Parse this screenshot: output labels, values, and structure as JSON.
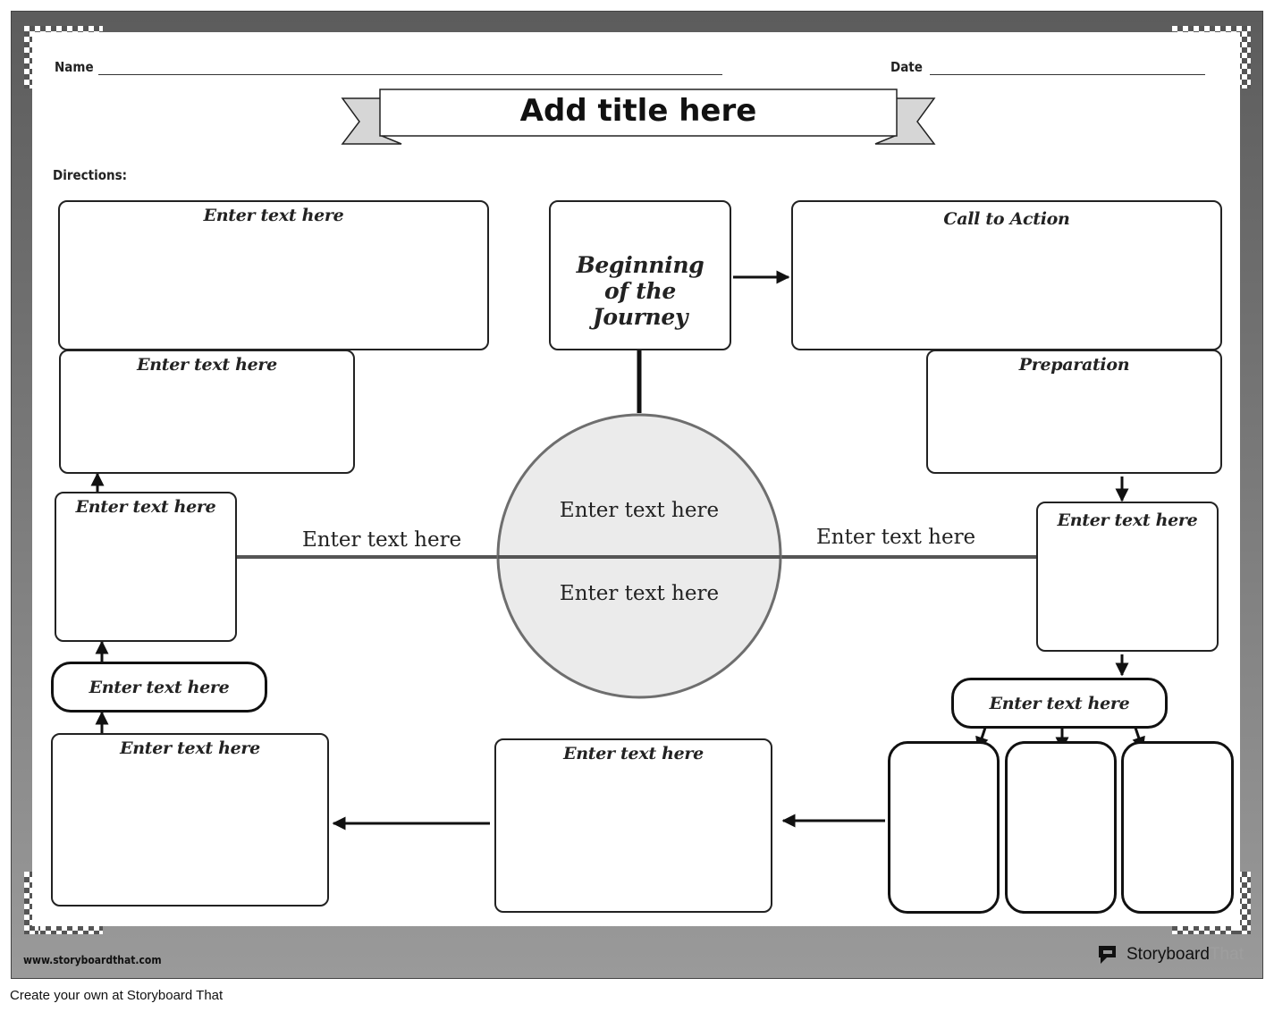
{
  "header": {
    "name_label": "Name",
    "date_label": "Date",
    "title": "Add title here",
    "directions_label": "Directions:"
  },
  "center": {
    "circle_top": "Enter text here",
    "circle_bottom": "Enter text here",
    "left_line_text": "Enter text here",
    "right_line_text": "Enter text here"
  },
  "boxes": {
    "beginning": "Beginning of the Journey",
    "top_left": "Enter text here",
    "second_left": "Enter text here",
    "left_middle": "Enter text here",
    "left_pill": "Enter text here",
    "bottom_left": "Enter text here",
    "bottom_middle": "Enter text here",
    "call_to_action": "Call to Action",
    "preparation": "Preparation",
    "right_middle": "Enter text here",
    "right_pill": "Enter text here"
  },
  "footer": {
    "website": "www.storyboardthat.com",
    "brand_bold": "Storyboard",
    "brand_light": "That",
    "create_text": "Create your own at Storyboard That"
  },
  "colors": {
    "circle_fill": "#ebebeb",
    "circle_stroke": "#6e6e6e",
    "frame": "#7a7a7a"
  }
}
